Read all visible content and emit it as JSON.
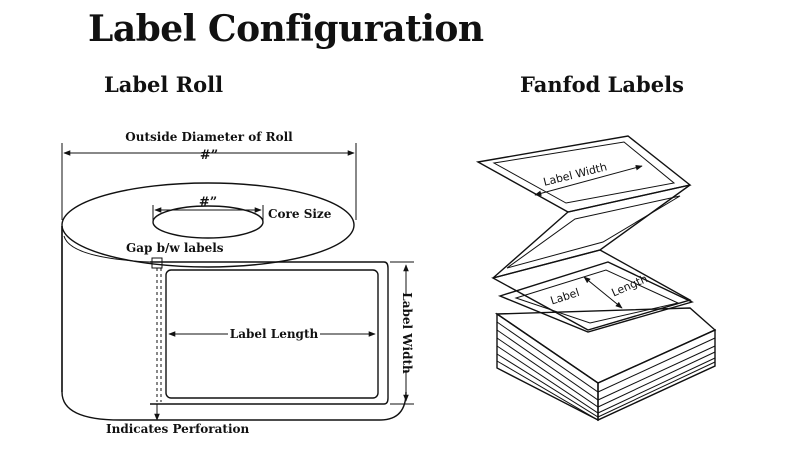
{
  "title": "Label Configuration",
  "label_roll": {
    "title": "Label Roll",
    "outside_diameter": "Outside Diameter of Roll",
    "outside_diameter_value": "#”",
    "core_value": "#”",
    "core_size": "Core Size",
    "gap": "Gap b/w labels",
    "label_length": "Label Length",
    "label_width": "Label Width",
    "perforation": "Indicates Perforation"
  },
  "fanfold": {
    "title": "Fanfod Labels",
    "label_width": "Label Width",
    "label": "Label",
    "length": "Length"
  }
}
